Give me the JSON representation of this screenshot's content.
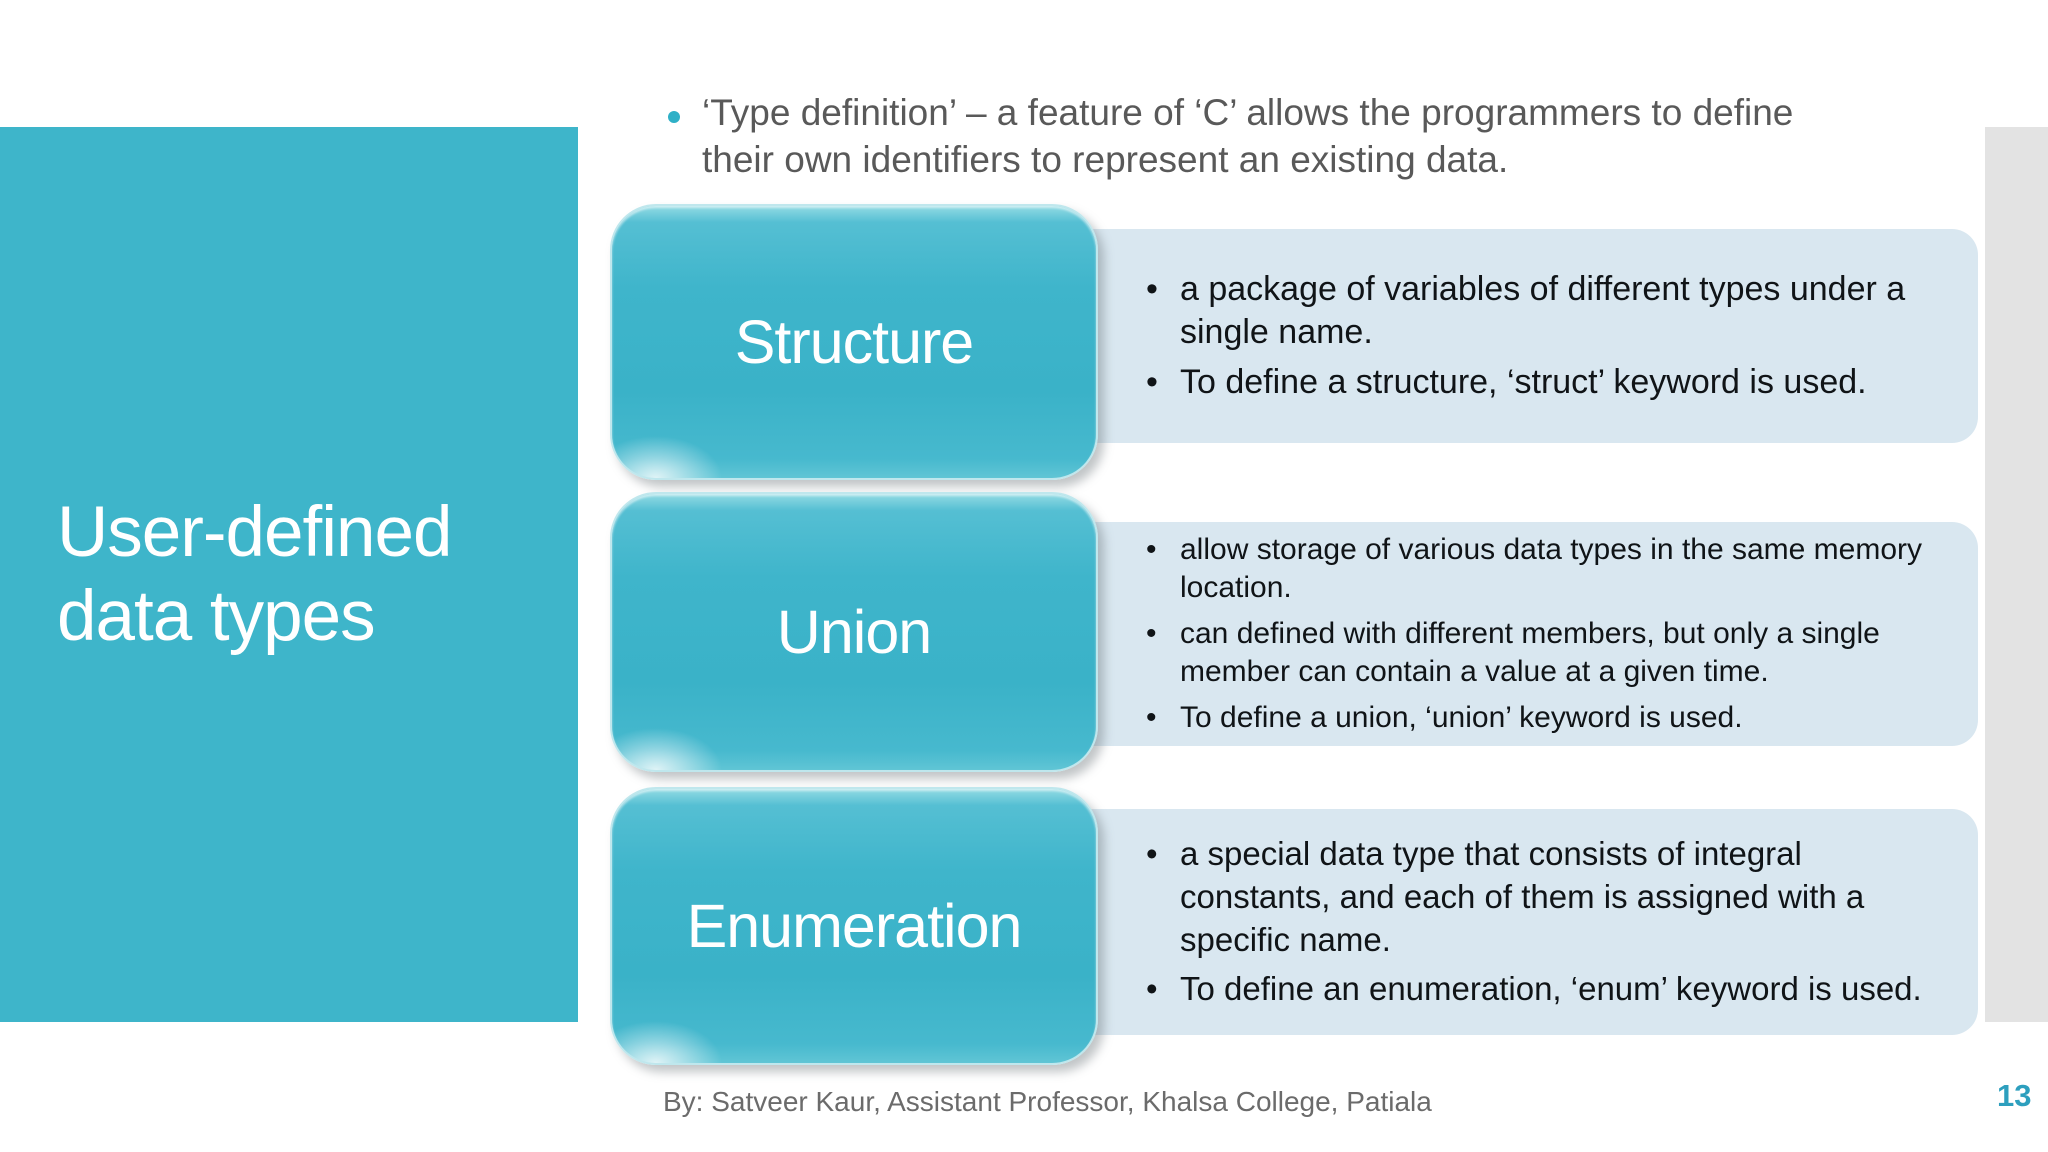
{
  "slide": {
    "title": "User-defined data types",
    "intro_bullet": "‘Type definition’ – a feature of ‘C’ allows the programmers to define their own identifiers to represent an existing data.",
    "footer": "By: Satveer Kaur, Assistant Professor, Khalsa College, Patiala",
    "page_number": "13"
  },
  "rows": [
    {
      "label": "Structure",
      "bullets": [
        "a package of variables of different types under a single name.",
        "To define a structure, ‘struct’ keyword is used."
      ]
    },
    {
      "label": "Union",
      "bullets": [
        "allow storage of various data types in the same memory location.",
        "can defined with different members, but only a single member can contain a value at a given time.",
        "To define a union, ‘union’ keyword is used."
      ]
    },
    {
      "label": "Enumeration",
      "bullets": [
        "a special data type that consists of integral constants, and each of them is assigned with a specific name.",
        "To define an enumeration, ‘enum’ keyword is used."
      ]
    }
  ],
  "icons": {
    "intro_bullet_dot": "bullet-dot-icon"
  },
  "colors": {
    "sidebar_teal": "#3eb5ca",
    "shape_teal": "#3fb5cb",
    "panel_light_blue": "#d9e7f0",
    "right_strip_gray": "#e3e3e3",
    "intro_text_gray": "#595959",
    "panel_text_dark": "#101417",
    "page_number_teal": "#2d9fbe",
    "bullet_dot_teal": "#2fb0c7"
  }
}
